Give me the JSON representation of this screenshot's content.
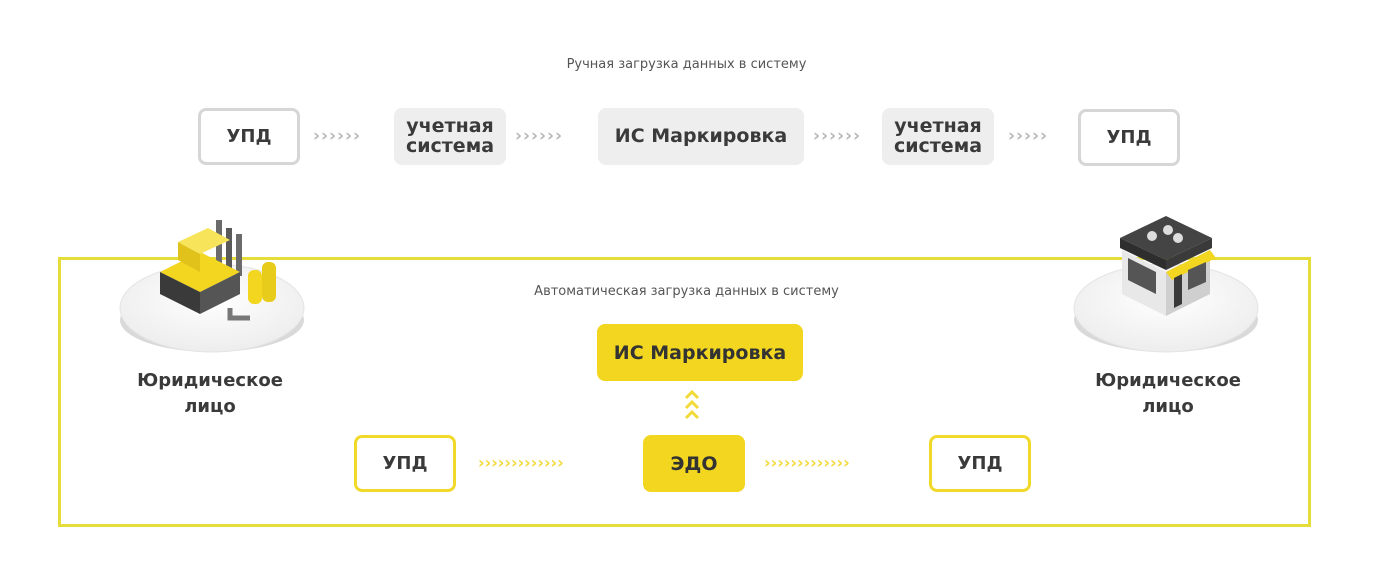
{
  "manual": {
    "caption": "Ручная загрузка данных в систему",
    "steps": [
      "УПД",
      "учетная система",
      "ИС Маркировка",
      "учетная система",
      "УПД"
    ]
  },
  "auto": {
    "caption": "Автоматическая загрузка данных в систему",
    "top_label": "ИС Маркировка",
    "center_label": "ЭДО",
    "left_label": "УПД",
    "right_label": "УПД"
  },
  "entities": {
    "left": {
      "label": "Юридическое лицо",
      "icon": "factory-icon"
    },
    "right": {
      "label": "Юридическое лицо",
      "icon": "store-icon"
    }
  },
  "colors": {
    "accent": "#f2d61f",
    "frame": "#e6dc3a",
    "gray_box": "#eeeeee",
    "gray_border": "#d6d6d6"
  }
}
